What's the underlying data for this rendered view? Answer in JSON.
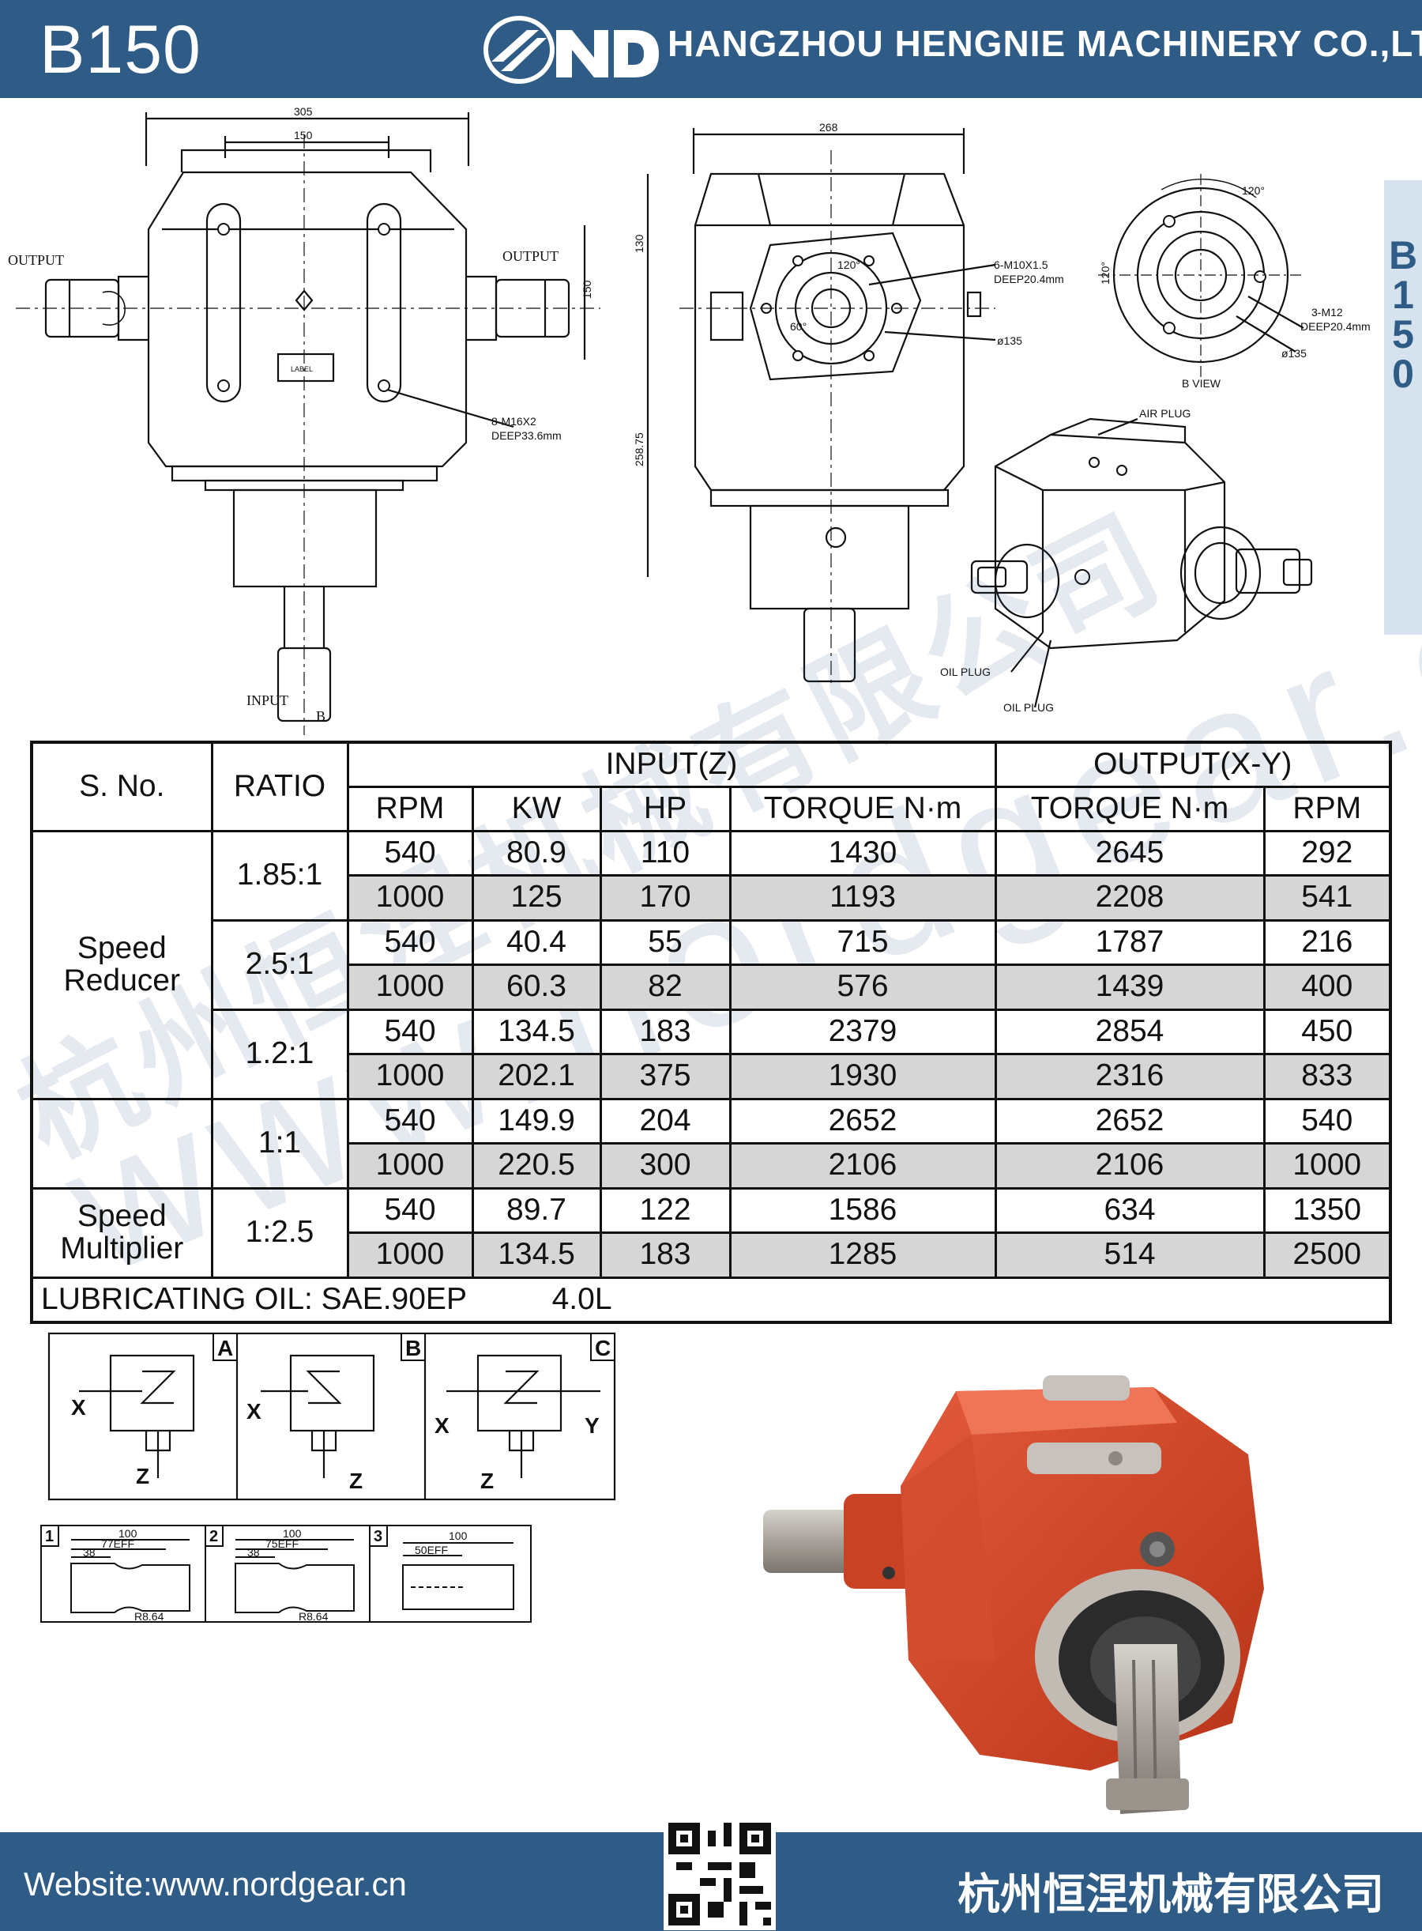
{
  "header": {
    "model": "B150",
    "logo_icon": "nd-wings-logo-icon",
    "company": "HANGZHOU HENGNIE MACHINERY CO.,LTD",
    "bg_color": "#2f5c86"
  },
  "side_tab": {
    "text": "B\n1\n5\n0"
  },
  "front_view": {
    "dim_top": "305",
    "dim_inner": "150",
    "dim_right": "150",
    "output_left": "OUTPUT",
    "output_right": "OUTPUT",
    "label_tag": "LABEL",
    "bolt_note": "8-M16X2",
    "bolt_deep": "DEEP33.6mm",
    "input": "INPUT",
    "b_marker": "B"
  },
  "side_view": {
    "dim_top": "268",
    "dim_left_1": "130",
    "dim_left_2": "258.75",
    "angle": "120°",
    "angle_2": "60°",
    "bolt_note": "6-M10X1.5",
    "bolt_deep": "DEEP20.4mm",
    "dia": "ø135"
  },
  "b_view": {
    "angle": "120°",
    "angle_left": "120°",
    "bolt_note": "3-M12",
    "bolt_deep": "DEEP20.4mm",
    "dia": "ø135",
    "title": "B VIEW"
  },
  "iso_view": {
    "air_plug": "AIR PLUG",
    "oil_plug_1": "OIL PLUG",
    "oil_plug_2": "OIL PLUG"
  },
  "table": {
    "h_sno": "S. No.",
    "h_ratio": "RATIO",
    "h_input": "INPUT(Z)",
    "h_output": "OUTPUT(X-Y)",
    "cols": [
      "RPM",
      "KW",
      "HP",
      "TORQUE N·m",
      "TORQUE N·m",
      "RPM"
    ],
    "groups": [
      {
        "label": "Speed\nReducer"
      },
      {
        "label": ""
      },
      {
        "label": "Speed\nMultiplier"
      }
    ],
    "ratios": [
      "1.85:1",
      "2.5:1",
      "1.2:1",
      "1:1",
      "1:2.5"
    ],
    "rows": [
      [
        "540",
        "80.9",
        "110",
        "1430",
        "2645",
        "292"
      ],
      [
        "1000",
        "125",
        "170",
        "1193",
        "2208",
        "541"
      ],
      [
        "540",
        "40.4",
        "55",
        "715",
        "1787",
        "216"
      ],
      [
        "1000",
        "60.3",
        "82",
        "576",
        "1439",
        "400"
      ],
      [
        "540",
        "134.5",
        "183",
        "2379",
        "2854",
        "450"
      ],
      [
        "1000",
        "202.1",
        "375",
        "1930",
        "2316",
        "833"
      ],
      [
        "540",
        "149.9",
        "204",
        "2652",
        "2652",
        "540"
      ],
      [
        "1000",
        "220.5",
        "300",
        "2106",
        "2106",
        "1000"
      ],
      [
        "540",
        "89.7",
        "122",
        "1586",
        "634",
        "1350"
      ],
      [
        "1000",
        "134.5",
        "183",
        "1285",
        "514",
        "2500"
      ]
    ],
    "lubricating": "LUBRICATING OIL: SAE.90EP          4.0L",
    "shaded_row_color": "#d6d6d6"
  },
  "configs": {
    "a": {
      "tag": "A",
      "x": "X",
      "z": "Z"
    },
    "b": {
      "tag": "B",
      "x": "X",
      "z": "Z"
    },
    "c": {
      "tag": "C",
      "x": "X",
      "y": "Y",
      "z": "Z"
    }
  },
  "shafts": {
    "s1": {
      "num": "1",
      "len": "100",
      "eff": "77EFF",
      "d38": "38",
      "r": "R8.64"
    },
    "s2": {
      "num": "2",
      "len": "100",
      "eff": "75EFF",
      "d38": "38",
      "r": "R8.64"
    },
    "s3": {
      "num": "3",
      "len": "100",
      "eff": "50EFF"
    }
  },
  "watermark": {
    "cn": "杭州恒涅机械有限公司",
    "en": "www.nordgear.cn"
  },
  "footer": {
    "website": "Website:www.nordgear.cn",
    "company_cn": "杭州恒涅机械有限公司",
    "qr_icon": "qr-code-icon"
  },
  "photo": {
    "body_color": "#d9472a",
    "shaft_color": "#b9b4ae"
  }
}
